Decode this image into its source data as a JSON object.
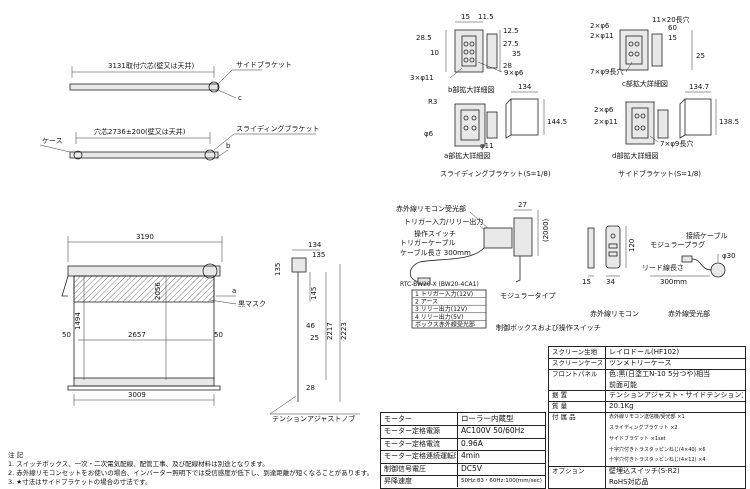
{
  "top_left": {
    "dim_side_holes": "3131取付穴芯(壁又は天井)",
    "side_bracket": "サイドブラケット",
    "c_label": "c",
    "case_label": "ケース",
    "dim_sliding_holes": "穴芯2736±200(壁又は天井)",
    "sliding_bracket": "スライディングブラケット",
    "b_label": "b"
  },
  "b_detail": {
    "dims": [
      "15",
      "11.5",
      "28.5",
      "10",
      "12.5",
      "27.5",
      "35",
      "28"
    ],
    "holes3": "3×φ11",
    "holes9": "9×φ6",
    "caption": "b部拡大詳細図"
  },
  "a_detail": {
    "r3": "R3",
    "phi6": "φ6",
    "phi11": "φ11",
    "w134": "134",
    "h1445": "144.5",
    "caption": "a部拡大詳細図"
  },
  "sliding_caption": "スライディングブラケット(S=1/8)",
  "c_detail": {
    "top_dims": [
      "2×φ6",
      "2×φ11",
      "11×20長穴",
      "60",
      "15",
      "25"
    ],
    "holes7": "7×φ9長穴",
    "caption": "c部拡大詳細図"
  },
  "d_detail": {
    "holes1": "2×φ6",
    "holes2": "2×φ11",
    "w1347": "134.7",
    "h1385": "138.5",
    "holes7": "7×φ9長穴",
    "caption": "d部拡大詳細図"
  },
  "side_caption": "サイドブラケット(S=1/8)",
  "front": {
    "w3190": "3190",
    "d134": "134",
    "d135": "135",
    "d135l": "135",
    "h1494": "1494",
    "h2056": "2056",
    "h145": "145",
    "h2217": "2217",
    "h2223": "2223",
    "d46": "46",
    "d25": "25",
    "w2657": "2657",
    "d50l": "50",
    "d50r": "50",
    "w3009": "3009",
    "d28": "28",
    "a_label": "a",
    "mask": "黒マスク",
    "tension": "テンションアジャストノブ"
  },
  "switchbox": {
    "ir_label": "赤外線リモコン受光部",
    "trigger": "トリガー入力/リリー出力",
    "op_switch": "操作スイッチ",
    "trigger_cable": "トリガーケーブル",
    "cable_len": "ケーブル長さ 300mm",
    "modular": "モジュラータイプ",
    "d27": "27",
    "h2000": "(2000)",
    "cable_table_title": "RTC-BW20-X (BW20-4CA1)",
    "cable_rows": [
      "1 トリガー入力(12V)",
      "2 アース",
      "3 リリー出力(12V)",
      "4 リリー出力(5V)",
      "ボックス赤外線受光部"
    ],
    "caption": "制御ボックスおよび操作スイッチ"
  },
  "remote": {
    "d15": "15",
    "d34": "34",
    "h120": "120",
    "caption": "赤外線リモコン"
  },
  "receiver": {
    "cable": "接続ケーブル",
    "plug": "モジュラープラグ",
    "lead": "リード線長さ",
    "len": "300mm",
    "phi30": "φ30",
    "caption": "赤外線受光部"
  },
  "elec_table": [
    {
      "k": "モーター",
      "v": "ローラー内蔵型"
    },
    {
      "k": "モーター定格電源",
      "v": "AC100V 50/60Hz"
    },
    {
      "k": "モーター定格電流",
      "v": "0.96A"
    },
    {
      "k": "モーター定格連続運転時間",
      "v": "4min"
    },
    {
      "k": "制御信号電圧",
      "v": "DC5V"
    },
    {
      "k": "昇降速度",
      "v": "50Hz:83・60Hz:100(mm/sec)"
    }
  ],
  "spec_table": [
    {
      "k": "スクリーン生地",
      "v": "レイロドール(HF102)"
    },
    {
      "k": "スクリーンケース",
      "v": "ツンメトリーケース"
    },
    {
      "k": "フロントパネル",
      "v": "色:黒(日塗工N-10 5分つや)相当"
    },
    {
      "k": "",
      "v": "前面可能"
    },
    {
      "k": "据 置",
      "v": "テンションアジャスト・サイドテンション方式"
    },
    {
      "k": "質 量",
      "v": "20.1Kg"
    },
    {
      "k": "付 属 品",
      "v": "赤外線リモコン送信機/受光部 ×1"
    },
    {
      "k": "",
      "v": "スライディングブラケット ×2"
    },
    {
      "k": "",
      "v": "サイドブラケット ×1set"
    },
    {
      "k": "",
      "v": "十字穴付きトラスタッピンねじ(4×40) ×6"
    },
    {
      "k": "",
      "v": "十字穴付きトラスタッピンねじ(4×12) ×4"
    },
    {
      "k": "オプション",
      "v": "壁埋込スイッチ(S-R2)"
    },
    {
      "k": "",
      "v": "RoHS対応品"
    }
  ],
  "notes": {
    "title": "注 記",
    "n1": "1. スイッチボックス、一次・二次電気配線、配管工事、及び配線材料は別途となります。",
    "n2": "2. 赤外線リモコンセットをお使いの場合、インバーター照明下では受信感度が低下し、到達距離が短くなることがあります。",
    "n3": "3. ★寸法はサイドブラケットの場合の寸法です。"
  }
}
